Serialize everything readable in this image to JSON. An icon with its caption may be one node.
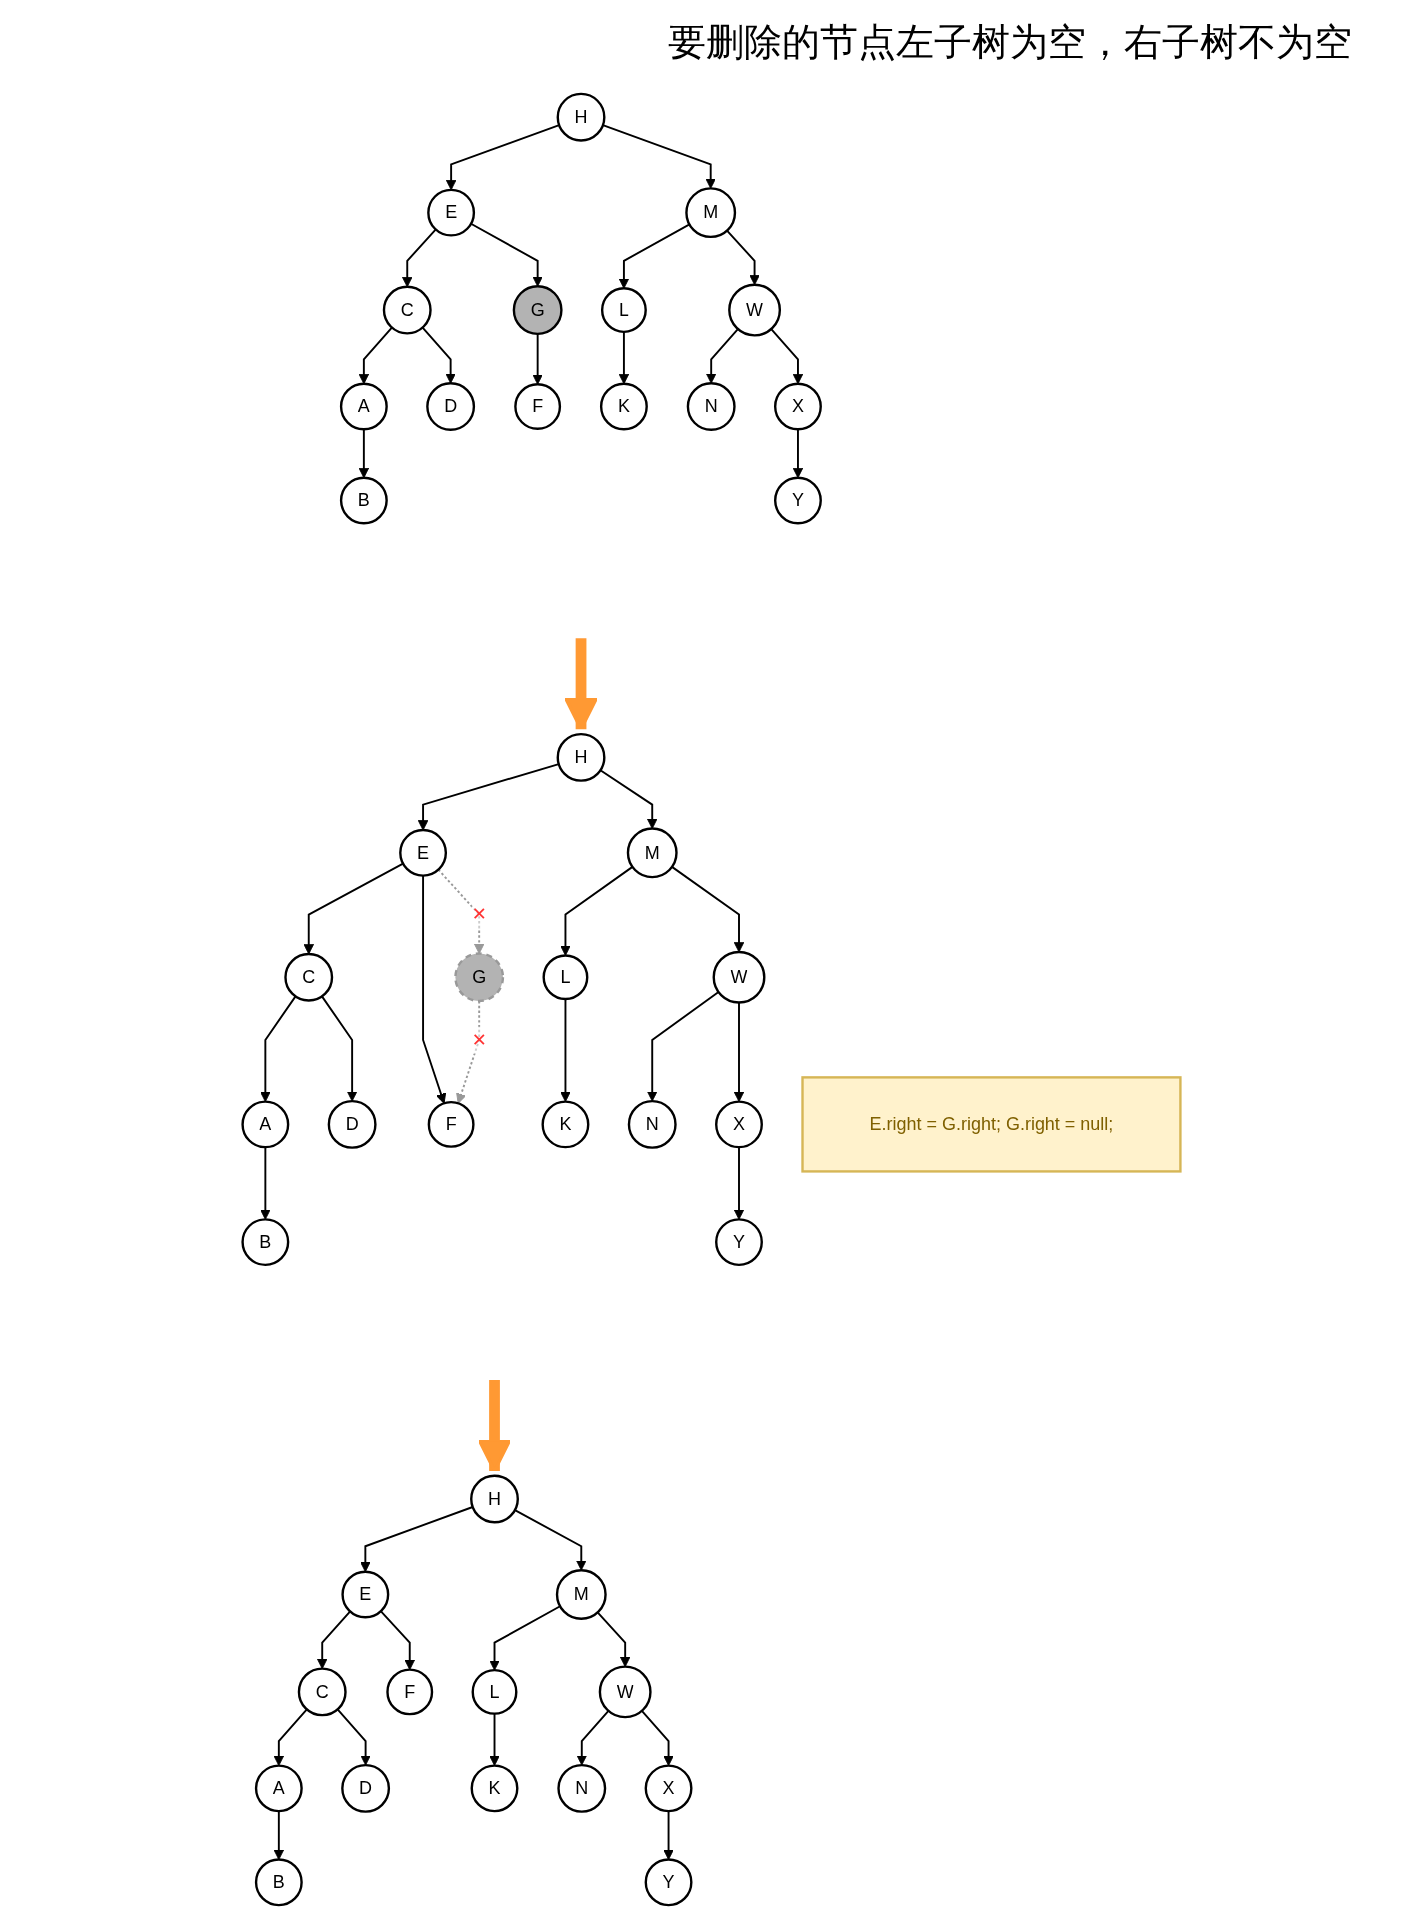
{
  "diagram": {
    "title": "要删除的节点左子树为空，右子树不为空",
    "nodes": [
      {
        "text": [
          "H"
        ]
      },
      {
        "text": [
          "E"
        ]
      },
      {
        "text": [
          "M"
        ]
      },
      {
        "text": [
          "C"
        ]
      },
      {
        "text": [
          "G"
        ]
      },
      {
        "text": [
          "L"
        ]
      },
      {
        "text": [
          "W"
        ]
      },
      {
        "text": [
          "A"
        ]
      },
      {
        "text": [
          "D"
        ]
      },
      {
        "text": [
          "F"
        ]
      },
      {
        "text": [
          "K"
        ]
      },
      {
        "text": [
          "N"
        ]
      },
      {
        "text": [
          "X"
        ]
      },
      {
        "text": [
          "B"
        ]
      },
      {
        "text": [
          "Y"
        ]
      },
      {
        "text": [
          "H"
        ]
      },
      {
        "text": [
          "E"
        ]
      },
      {
        "text": [
          "M"
        ]
      },
      {
        "text": [
          "C"
        ]
      },
      {
        "text": [
          "G"
        ]
      },
      {
        "text": [
          "L"
        ]
      },
      {
        "text": [
          "W"
        ]
      },
      {
        "text": [
          "A"
        ]
      },
      {
        "text": [
          "D"
        ]
      },
      {
        "text": [
          "F"
        ]
      },
      {
        "text": [
          "K"
        ]
      },
      {
        "text": [
          "N"
        ]
      },
      {
        "text": [
          "X"
        ]
      },
      {
        "text": [
          "B"
        ]
      },
      {
        "text": [
          "Y"
        ]
      },
      {
        "text": [
          "E.right = G.right; G.right = null;"
        ]
      },
      {
        "text": [
          "H"
        ]
      },
      {
        "text": [
          "E"
        ]
      },
      {
        "text": [
          "M"
        ]
      },
      {
        "text": [
          "C"
        ]
      },
      {
        "text": [
          "F"
        ]
      },
      {
        "text": [
          "L"
        ]
      },
      {
        "text": [
          "W"
        ]
      },
      {
        "text": [
          "A"
        ]
      },
      {
        "text": [
          "D"
        ]
      },
      {
        "text": [
          "K"
        ]
      },
      {
        "text": [
          "N"
        ]
      },
      {
        "text": [
          "X"
        ]
      },
      {
        "text": [
          "B"
        ]
      },
      {
        "text": [
          "Y"
        ]
      }
    ],
    "edges": [
      {
        "from": 0,
        "to": 1,
        "arrow": "to"
      },
      {
        "from": 0,
        "to": 2,
        "arrow": "to"
      },
      {
        "from": 1,
        "to": 3,
        "arrow": "to"
      },
      {
        "from": 1,
        "to": 4,
        "arrow": "to"
      },
      {
        "from": 2,
        "to": 5,
        "arrow": "to"
      },
      {
        "from": 2,
        "to": 6,
        "arrow": "to"
      },
      {
        "from": 3,
        "to": 7,
        "arrow": "to"
      },
      {
        "from": 3,
        "to": 8,
        "arrow": "to"
      },
      {
        "from": 4,
        "to": 9,
        "arrow": "to"
      },
      {
        "from": 5,
        "to": 10,
        "arrow": "to"
      },
      {
        "from": 6,
        "to": 11,
        "arrow": "to"
      },
      {
        "from": 6,
        "to": 12,
        "arrow": "to"
      },
      {
        "from": 7,
        "to": 13,
        "arrow": "to"
      },
      {
        "from": 12,
        "to": 14,
        "arrow": "to"
      },
      {
        "from": null,
        "to": 15,
        "arrow": "to",
        "style": "thick",
        "color": "#ff9933"
      },
      {
        "from": 15,
        "to": 16,
        "arrow": "to"
      },
      {
        "from": 15,
        "to": 17,
        "arrow": "to"
      },
      {
        "from": 16,
        "to": 18,
        "arrow": "to"
      },
      {
        "from": 16,
        "to": 19,
        "arrow": "to",
        "label": "✕",
        "style": "dashed",
        "color": "#999999"
      },
      {
        "from": 16,
        "to": 24,
        "arrow": "to"
      },
      {
        "from": 17,
        "to": 20,
        "arrow": "to"
      },
      {
        "from": 17,
        "to": 21,
        "arrow": "to"
      },
      {
        "from": 18,
        "to": 22,
        "arrow": "to"
      },
      {
        "from": 18,
        "to": 23,
        "arrow": "to"
      },
      {
        "from": 19,
        "to": 24,
        "arrow": "to",
        "label": "✕",
        "style": "dashed",
        "color": "#999999"
      },
      {
        "from": 20,
        "to": 25,
        "arrow": "to"
      },
      {
        "from": 21,
        "to": 26,
        "arrow": "to"
      },
      {
        "from": 21,
        "to": 27,
        "arrow": "to"
      },
      {
        "from": 22,
        "to": 28,
        "arrow": "to"
      },
      {
        "from": 27,
        "to": 29,
        "arrow": "to"
      },
      {
        "from": null,
        "to": 31,
        "arrow": "to",
        "style": "thick",
        "color": "#ff9933"
      },
      {
        "from": 31,
        "to": 32,
        "arrow": "to"
      },
      {
        "from": 31,
        "to": 33,
        "arrow": "to"
      },
      {
        "from": 32,
        "to": 34,
        "arrow": "to"
      },
      {
        "from": 32,
        "to": 35,
        "arrow": "to"
      },
      {
        "from": 33,
        "to": 36,
        "arrow": "to"
      },
      {
        "from": 33,
        "to": 37,
        "arrow": "to"
      },
      {
        "from": 34,
        "to": 38,
        "arrow": "to"
      },
      {
        "from": 34,
        "to": 39,
        "arrow": "to"
      },
      {
        "from": 36,
        "to": 40,
        "arrow": "to"
      },
      {
        "from": 37,
        "to": 41,
        "arrow": "to"
      },
      {
        "from": 37,
        "to": 42,
        "arrow": "to"
      },
      {
        "from": 38,
        "to": 43,
        "arrow": "to"
      },
      {
        "from": 42,
        "to": 44,
        "arrow": "to"
      }
    ]
  }
}
